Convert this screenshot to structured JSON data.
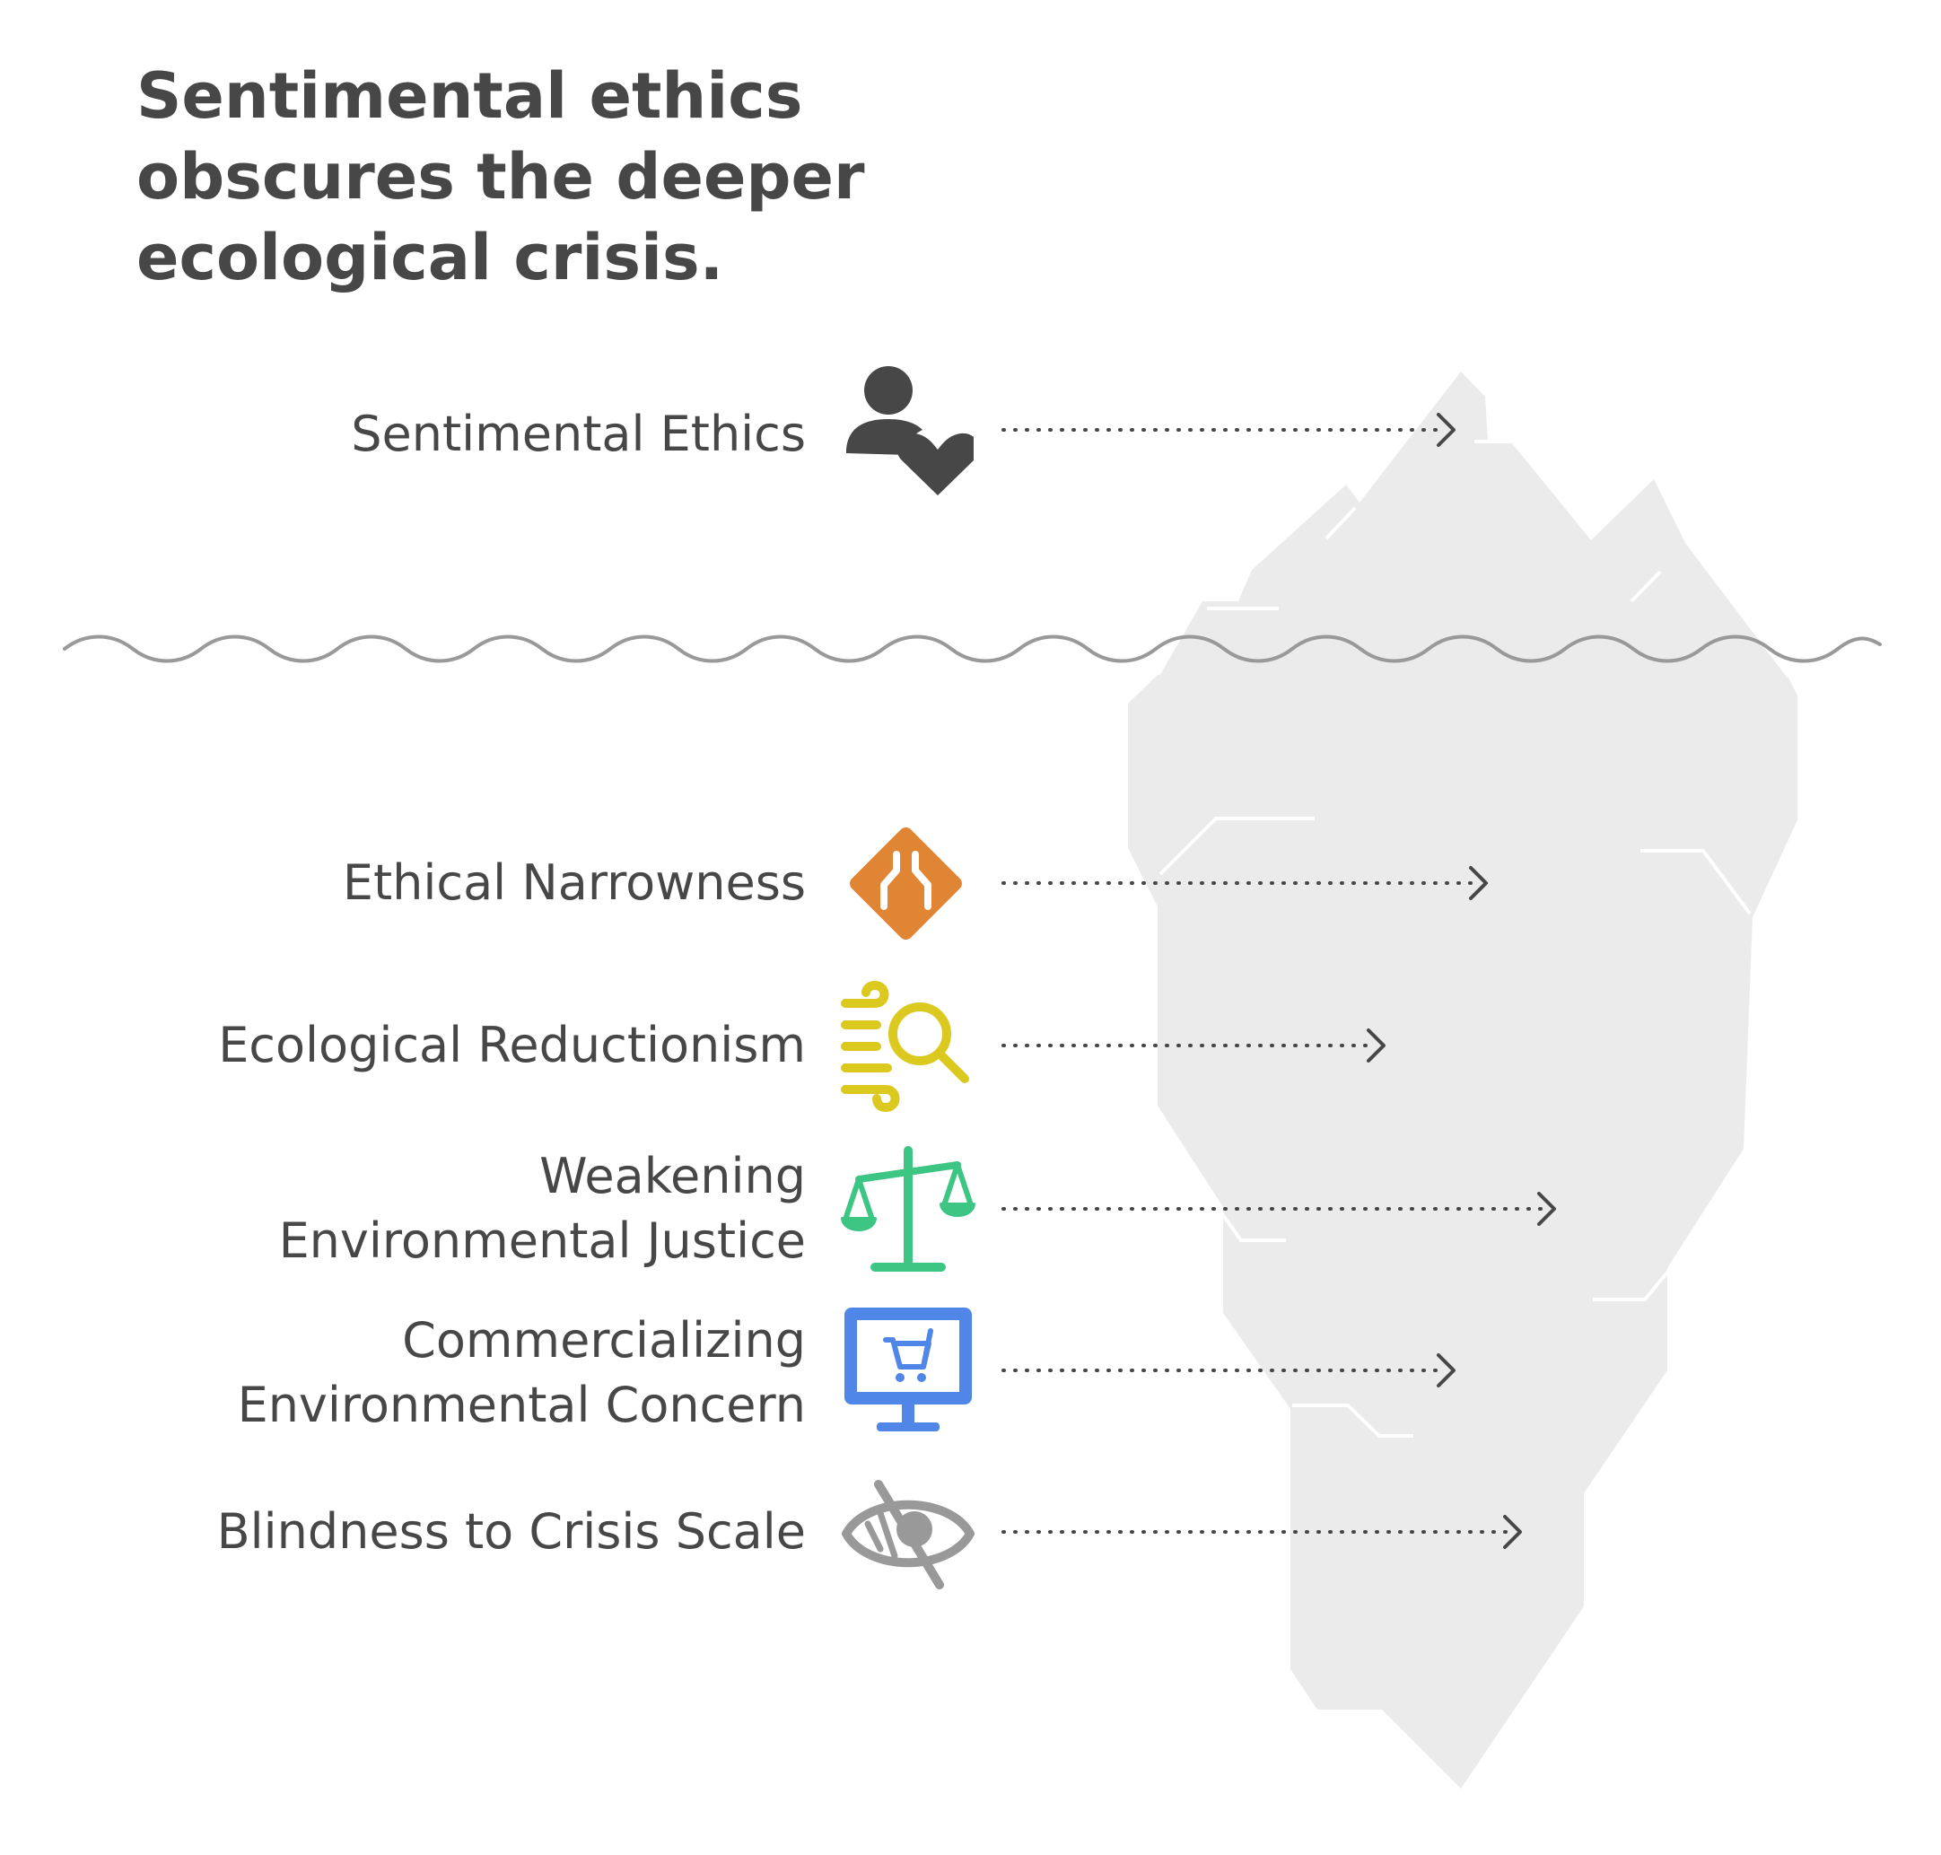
{
  "title": {
    "line1": "Sentimental ethics",
    "line2": "obscures the deeper",
    "line3": "ecological crisis."
  },
  "visible_item": {
    "label": "Sentimental Ethics",
    "icon": "person-heart-icon"
  },
  "hidden_items": [
    {
      "label_lines": [
        "Ethical Narrowness"
      ],
      "icon": "narrowing-paths-icon",
      "color": "#E08533"
    },
    {
      "label_lines": [
        "Ecological Reductionism"
      ],
      "icon": "wind-search-icon",
      "color": "#DCC91F"
    },
    {
      "label_lines": [
        "Weakening",
        "Environmental Justice"
      ],
      "icon": "scales-icon",
      "color": "#3CC583"
    },
    {
      "label_lines": [
        "Commercializing",
        "Environmental Concern"
      ],
      "icon": "monitor-cart-icon",
      "color": "#5086E8"
    },
    {
      "label_lines": [
        "Blindness to Crisis Scale"
      ],
      "icon": "eye-slash-icon",
      "color": "#999999"
    }
  ],
  "colors": {
    "text": "#474747",
    "iceberg": "#EBEBEB",
    "water_line": "#999999",
    "arrow": "#474747"
  }
}
